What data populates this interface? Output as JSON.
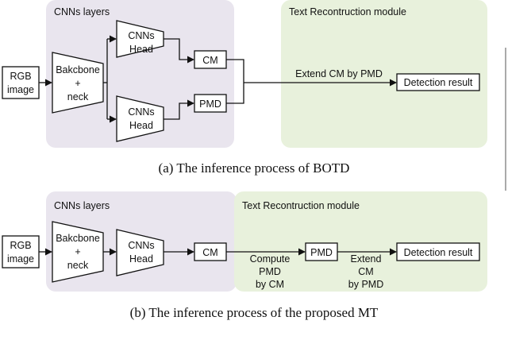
{
  "colors": {
    "cnn_region": "#e9e5ee",
    "text_region": "#e8f1dc",
    "stroke": "#111111"
  },
  "panel_a": {
    "cnn_region_label": "CNNs layers",
    "text_region_label": "Text Recontruction module",
    "input": [
      "RGB",
      "image"
    ],
    "backbone": [
      "Bakcbone",
      "+",
      "neck"
    ],
    "head_top": [
      "CNNs",
      "Head"
    ],
    "head_bottom": [
      "CNNs",
      "Head"
    ],
    "cm": "CM",
    "pmd": "PMD",
    "extend_label": "Extend CM by PMD",
    "result": "Detection result",
    "caption": "(a)  The inference process of BOTD"
  },
  "panel_b": {
    "cnn_region_label": "CNNs layers",
    "text_region_label": "Text Recontruction module",
    "input": [
      "RGB",
      "image"
    ],
    "backbone": [
      "Bakcbone",
      "+",
      "neck"
    ],
    "head": [
      "CNNs",
      "Head"
    ],
    "cm": "CM",
    "compute_label": [
      "Compute",
      "PMD",
      "by CM"
    ],
    "pmd": "PMD",
    "extend_label": [
      "Extend",
      "CM",
      "by PMD"
    ],
    "result": "Detection result",
    "caption": "(b)  The inference process of the proposed MT"
  }
}
